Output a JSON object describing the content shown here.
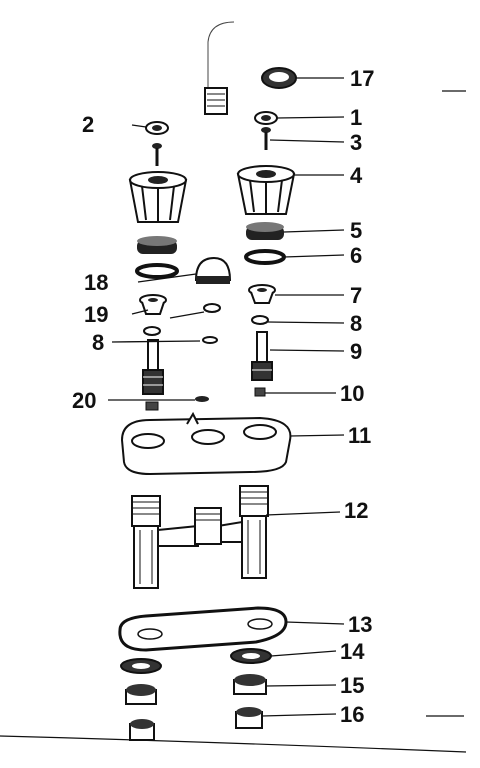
{
  "diagram": {
    "labels": {
      "p1": "1",
      "p2": "2",
      "p3": "3",
      "p4": "4",
      "p5": "5",
      "p6": "6",
      "p7": "7",
      "p8a": "8",
      "p8b": "8",
      "p9": "9",
      "p10": "10",
      "p11": "11",
      "p12": "12",
      "p13": "13",
      "p14": "14",
      "p15": "15",
      "p16": "16",
      "p17": "17",
      "p18": "18",
      "p19": "19",
      "p20": "20"
    }
  }
}
